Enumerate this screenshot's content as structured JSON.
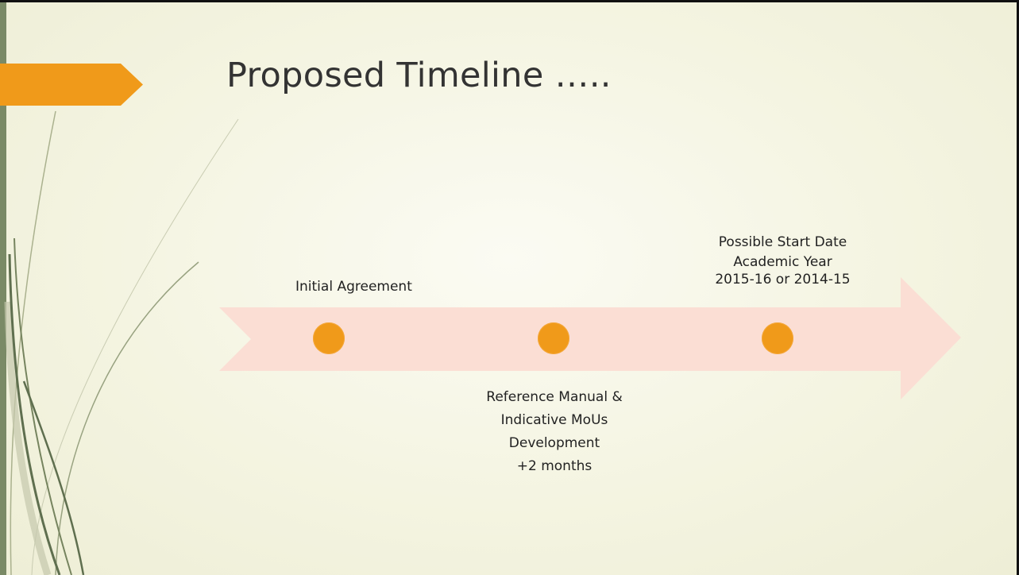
{
  "slide": {
    "title": "Proposed Timeline ….."
  },
  "timeline": {
    "milestones": [
      {
        "lines": [
          "Initial Agreement"
        ]
      },
      {
        "lines": [
          "Reference Manual &",
          "Indicative MoUs",
          "Development",
          "+2 months"
        ]
      },
      {
        "lines": [
          "Possible Start Date",
          "Academic Year",
          "2015-16 or 2014-15"
        ]
      }
    ]
  },
  "colors": {
    "accent": "#f09a1a",
    "arrow_fill": "#fbded4",
    "frame_green": "#7a8a66",
    "title_text": "#333333"
  }
}
